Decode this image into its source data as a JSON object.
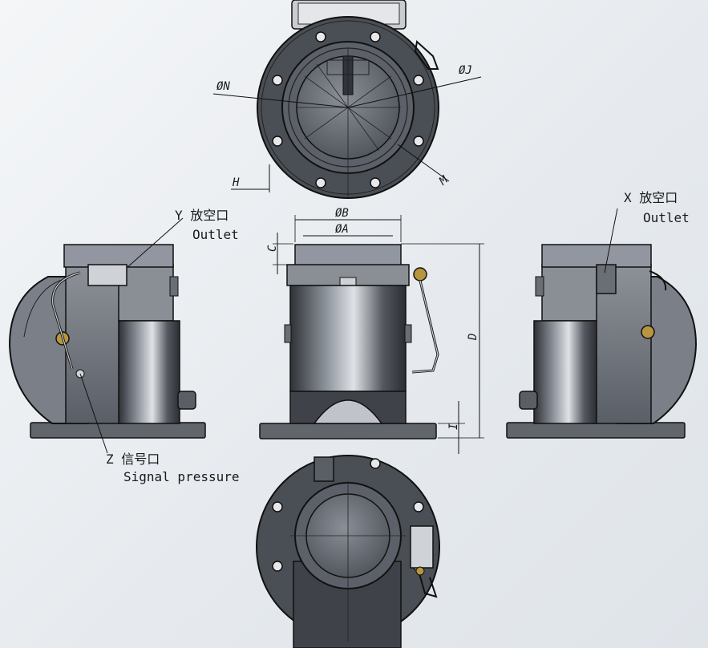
{
  "colors": {
    "background": "#eef1f4",
    "body_dark": "#3d4046",
    "body_mid": "#6c7078",
    "body_light": "#b9bdc4",
    "outline": "#111111",
    "bolt": "#e8e8ea",
    "brass": "#b8953f"
  },
  "labels": {
    "y_cn": "Y 放空口",
    "y_en": "Outlet",
    "x_cn": "X 放空口",
    "x_en": "Outlet",
    "z_cn": "Z 信号口",
    "z_en": "Signal pressure"
  },
  "dimensions": {
    "N": "ØN",
    "J": "ØJ",
    "M": "M",
    "H": "H",
    "B": "ØB",
    "A": "ØA",
    "C": "C",
    "D": "D",
    "I": "I"
  },
  "icons": {
    "top_view": "valve-top-view-icon",
    "side_left": "valve-left-view-icon",
    "front": "valve-front-view-icon",
    "side_right": "valve-right-view-icon",
    "bottom_view": "valve-bottom-view-icon"
  }
}
